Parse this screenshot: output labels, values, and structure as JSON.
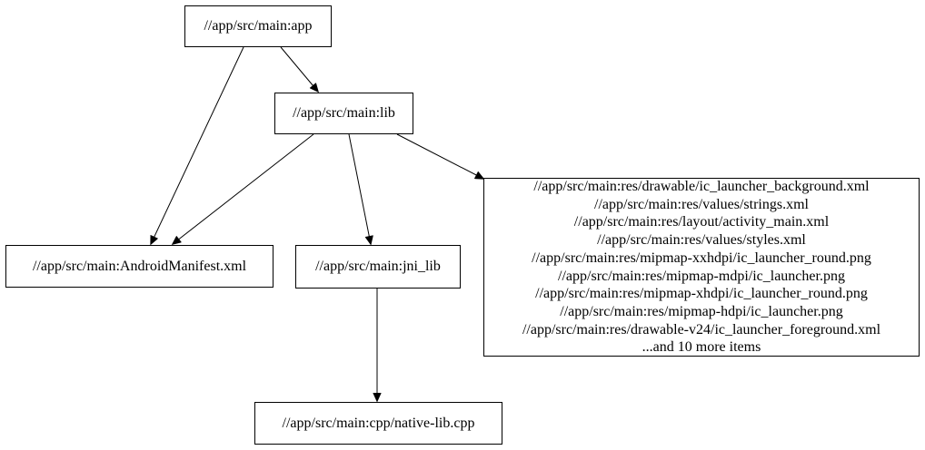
{
  "diagram": {
    "type": "dependency-graph",
    "background_color": "#ffffff",
    "node_border_color": "#000000",
    "node_fill_color": "#ffffff",
    "edge_color": "#000000",
    "nodes": {
      "app": {
        "label": "//app/src/main:app"
      },
      "lib": {
        "label": "//app/src/main:lib"
      },
      "android_manifest": {
        "label": "//app/src/main:AndroidManifest.xml"
      },
      "jni_lib": {
        "label": "//app/src/main:jni_lib"
      },
      "resource_group": {
        "items": [
          "//app/src/main:res/drawable/ic_launcher_background.xml",
          "//app/src/main:res/values/strings.xml",
          "//app/src/main:res/layout/activity_main.xml",
          "//app/src/main:res/values/styles.xml",
          "//app/src/main:res/mipmap-xxhdpi/ic_launcher_round.png",
          "//app/src/main:res/mipmap-mdpi/ic_launcher.png",
          "//app/src/main:res/mipmap-xhdpi/ic_launcher_round.png",
          "//app/src/main:res/mipmap-hdpi/ic_launcher.png",
          "//app/src/main:res/drawable-v24/ic_launcher_foreground.xml",
          "...and 10 more items"
        ]
      },
      "native_lib_cpp": {
        "label": "//app/src/main:cpp/native-lib.cpp"
      }
    },
    "edges": [
      {
        "from": "//app/src/main:app",
        "to": "//app/src/main:lib"
      },
      {
        "from": "//app/src/main:app",
        "to": "//app/src/main:AndroidManifest.xml"
      },
      {
        "from": "//app/src/main:lib",
        "to": "//app/src/main:AndroidManifest.xml"
      },
      {
        "from": "//app/src/main:lib",
        "to": "//app/src/main:jni_lib"
      },
      {
        "from": "//app/src/main:lib",
        "to": "resource-group"
      },
      {
        "from": "//app/src/main:jni_lib",
        "to": "//app/src/main:cpp/native-lib.cpp"
      }
    ]
  }
}
